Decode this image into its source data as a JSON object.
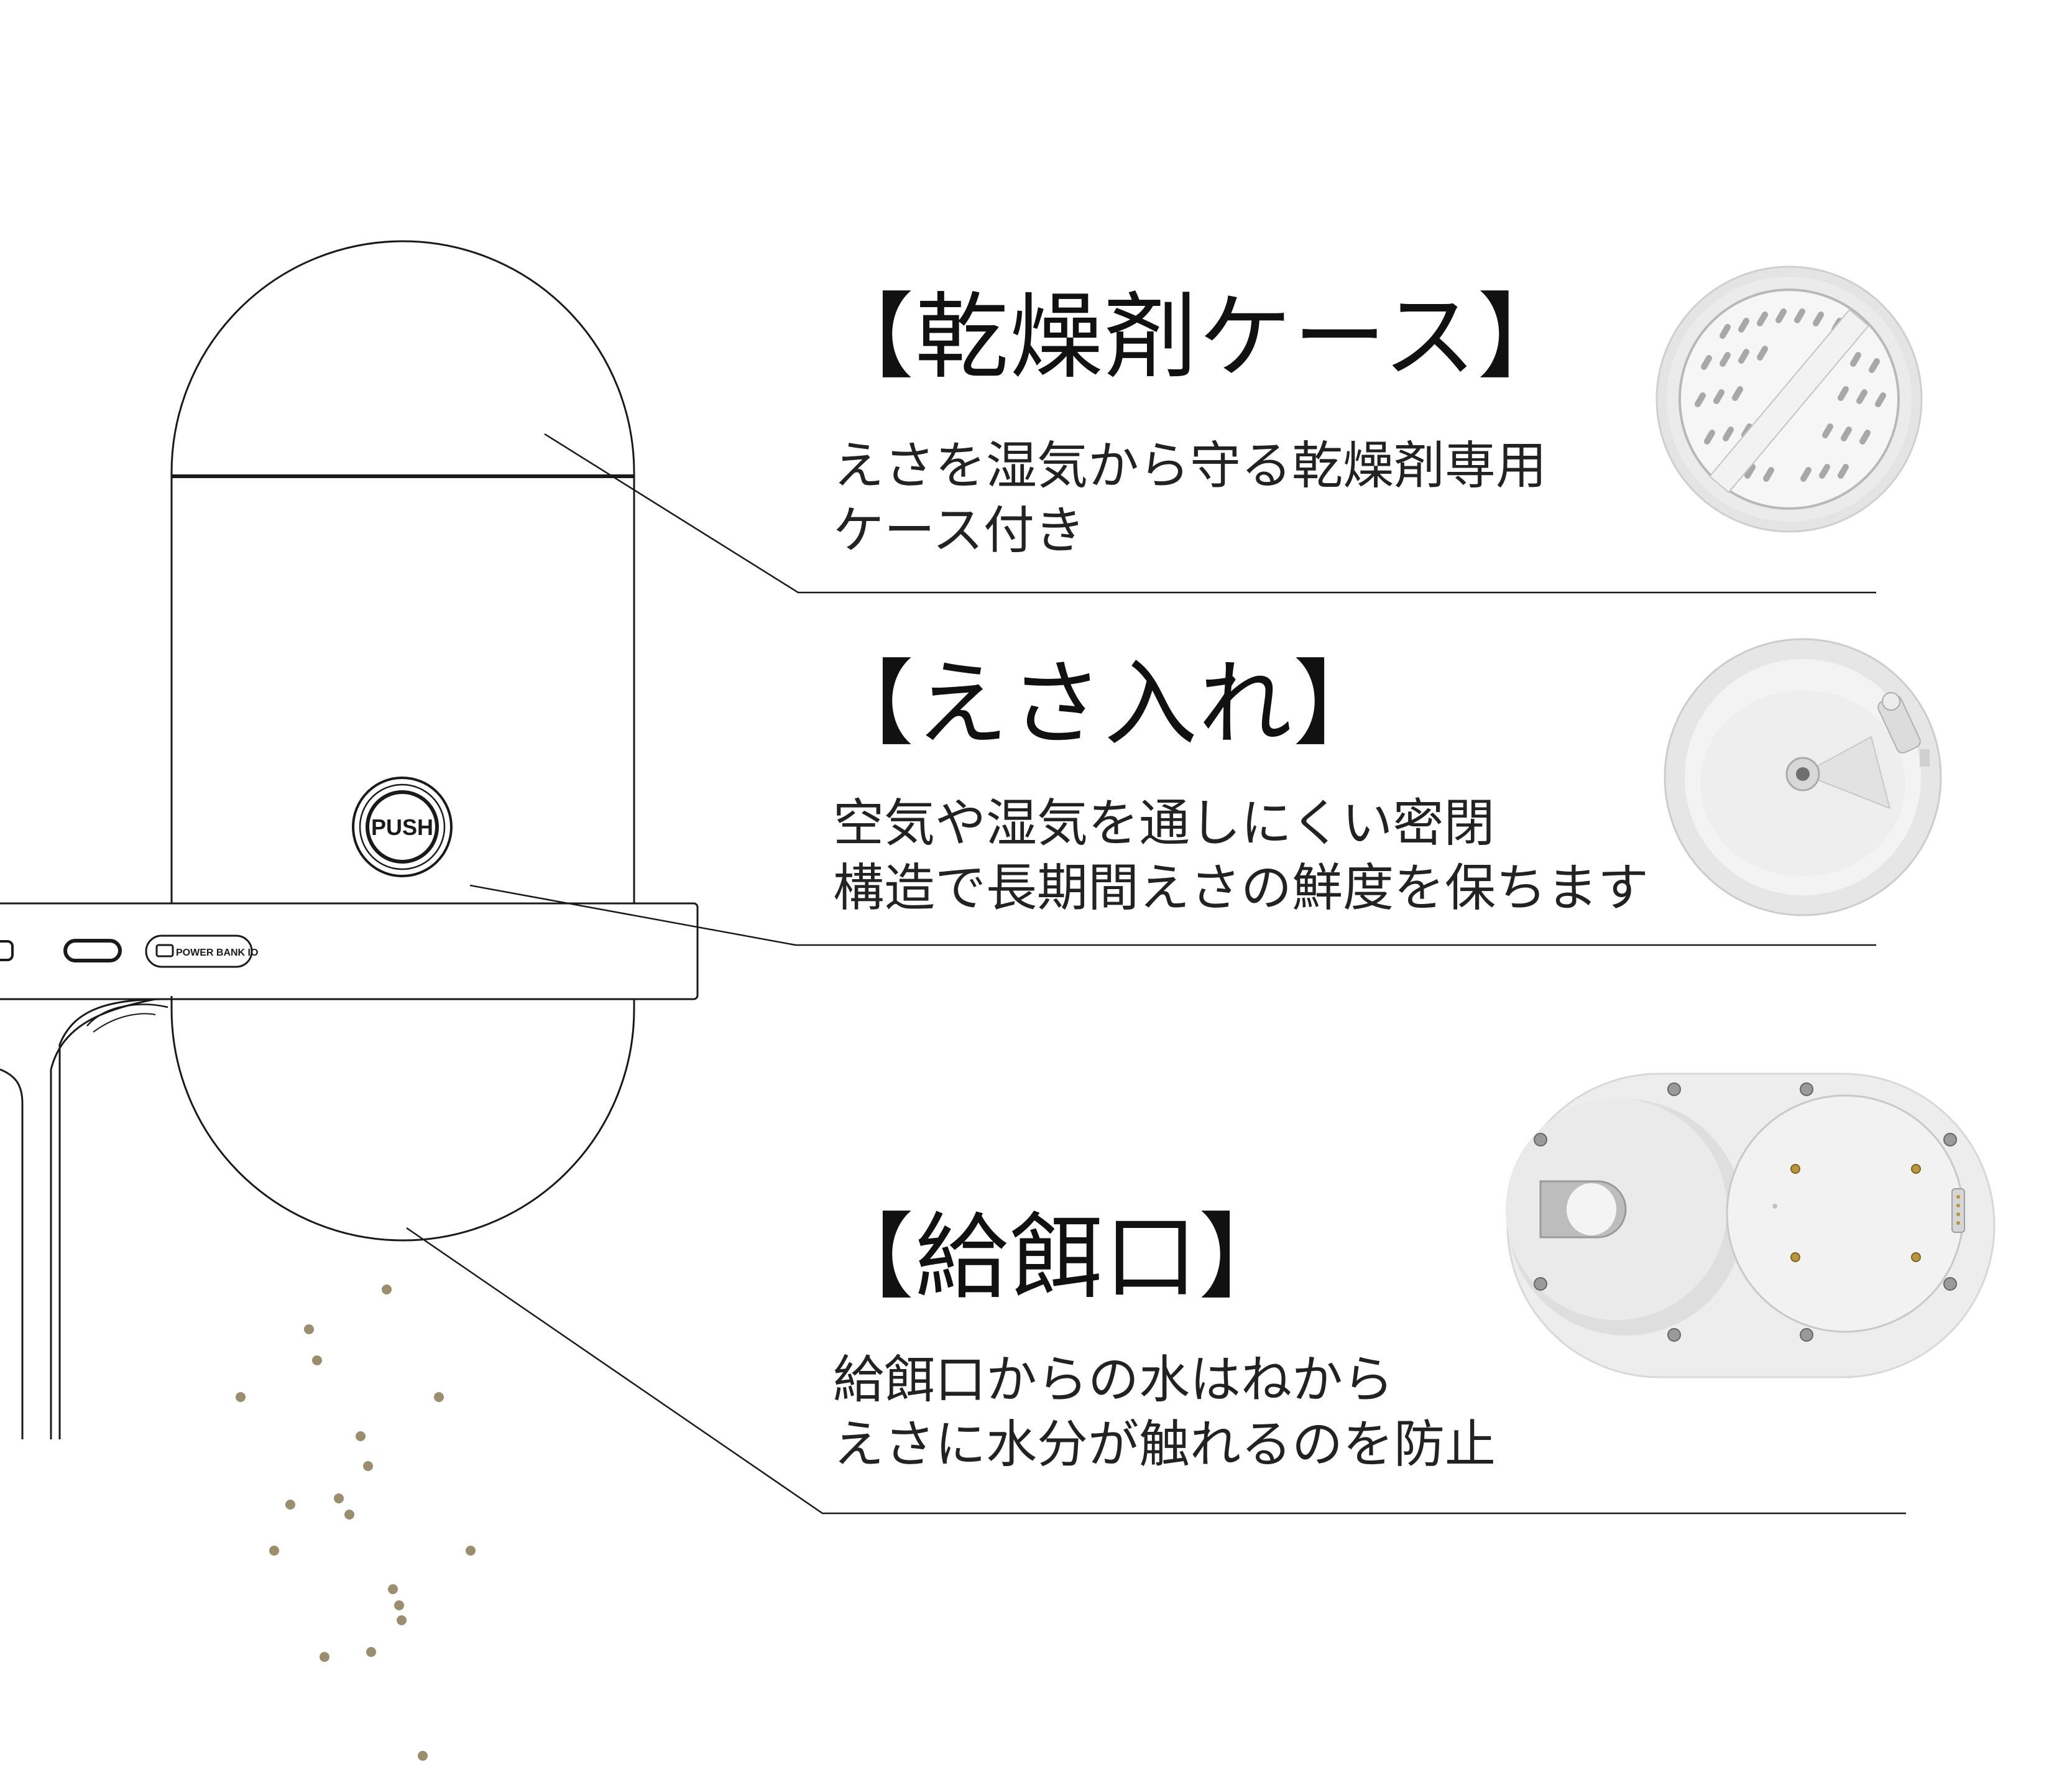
{
  "sections": [
    {
      "id": "desiccant",
      "title": "【乾燥剤ケース】",
      "desc": [
        "えさを湿気から守る乾燥剤専用",
        "ケース付き"
      ]
    },
    {
      "id": "food-container",
      "title": "【えさ入れ】",
      "desc": [
        "空気や湿気を通しにくい密閉",
        "構造で長期間えさの鮮度を保ちます"
      ]
    },
    {
      "id": "feeding-port",
      "title": "【給餌口】",
      "desc": [
        "給餌口からの水はねから",
        "えさに水分が触れるのを防止"
      ]
    }
  ],
  "device": {
    "push_label": "PUSH",
    "power_bank_label": "POWER BANK IO"
  },
  "colors": {
    "line": "#1a1a1a",
    "kibble": "#9a8e6e",
    "plastic": "#e9e9e9",
    "plastic_shadow": "#cfcfcf",
    "screw": "#8a8a8a",
    "gold": "#b8963e"
  }
}
